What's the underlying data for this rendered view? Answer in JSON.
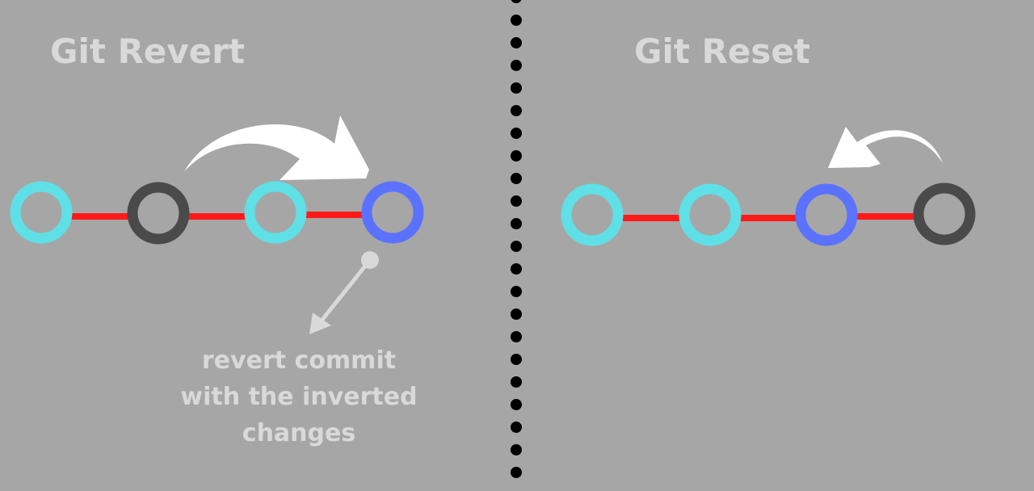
{
  "left_panel": {
    "title": "Git Revert",
    "caption_lines": [
      "revert commit",
      "with the inverted",
      "changes"
    ],
    "commits": [
      {
        "color": "cyan"
      },
      {
        "color": "dark"
      },
      {
        "color": "cyan"
      },
      {
        "color": "blue"
      }
    ]
  },
  "right_panel": {
    "title": "Git Reset",
    "commits": [
      {
        "color": "cyan"
      },
      {
        "color": "cyan"
      },
      {
        "color": "blue"
      },
      {
        "color": "dark"
      }
    ]
  },
  "colors": {
    "background": "#a6a6a6",
    "cyan": "#5fe0e6",
    "dark": "#4a4a4a",
    "blue": "#5b72ff",
    "link": "#ff1a1a",
    "text": "#d9d9d9",
    "arrow": "#ffffff",
    "divider": "#000000"
  }
}
